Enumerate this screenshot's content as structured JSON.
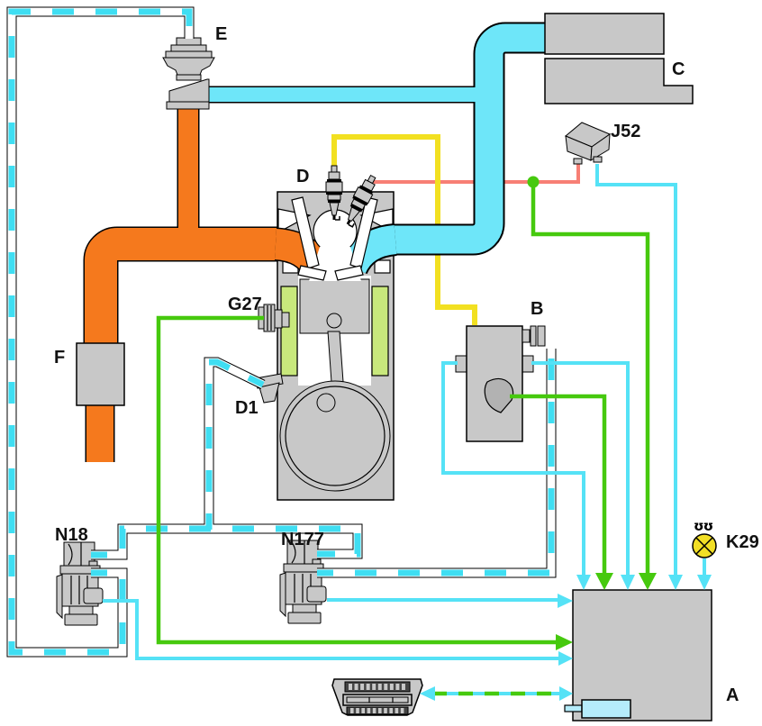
{
  "diagram": {
    "labels": {
      "e": "E",
      "c": "C",
      "j52": "J52",
      "d": "D",
      "b": "B",
      "f": "F",
      "g27": "G27",
      "d1": "D1",
      "n18": "N18",
      "n177": "N177",
      "k29": "K29",
      "a": "A"
    },
    "lamp_symbol": "ʊʊ"
  },
  "colors": {
    "pipe_cyan": "#6ee6f9",
    "hose_cyan": "#3fdef2",
    "wire_cyan": "#55e2f6",
    "wire_green": "#46c90e",
    "wire_red": "#f77f75",
    "wire_yellow": "#f2e021",
    "pipe_orange": "#f5791d",
    "component_gray": "#c8c8c8",
    "component_dark": "#b2b2b2",
    "liner_green": "#c8e87c",
    "lamp_yellow": "#f2df25",
    "pale_connector": "#b5ecfb",
    "outline": "#000000",
    "label": "#111111"
  }
}
